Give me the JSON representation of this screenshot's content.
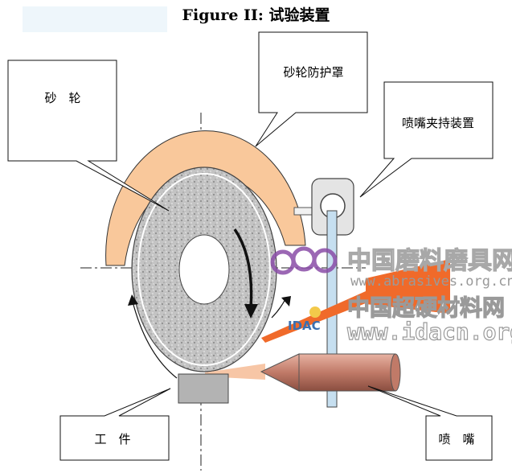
{
  "figure": {
    "title": "Figure II:  试验装置"
  },
  "callouts": {
    "wheel": "砂　轮",
    "guard": "砂轮防护罩",
    "holder": "喷嘴夹持装置",
    "workpiece": "工　件",
    "nozzle": "喷　嘴"
  },
  "watermark": {
    "line1": "中国磨料磨具网",
    "line2": "www.abrasives.org.cn",
    "line3": "中国超硬材料网",
    "line4": "www.idacn.org",
    "badge": "IDAC"
  },
  "colors": {
    "guard": "#f9c89b",
    "wheel": "#c9c9c9",
    "spray": "#f06a2a",
    "nozzle": "#c08070",
    "rod": "#c6dff0"
  }
}
